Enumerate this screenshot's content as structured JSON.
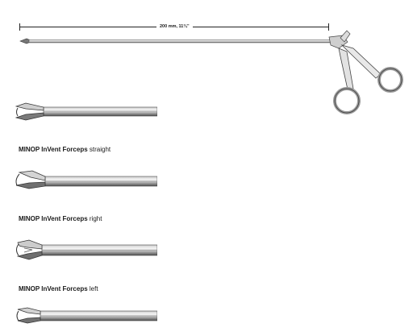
{
  "dimension": {
    "label": "200 mm, 11¾\""
  },
  "variants": [
    {
      "name": "MINOP InVent Forceps",
      "direction": "straight"
    },
    {
      "name": "MINOP InVent Forceps",
      "direction": "right"
    },
    {
      "name": "MINOP InVent Forceps",
      "direction": "left"
    }
  ],
  "colors": {
    "metal_light": "#e6e6e6",
    "metal_mid": "#a8a8a8",
    "metal_dark": "#4a4a4a",
    "text": "#1a1a1a"
  }
}
